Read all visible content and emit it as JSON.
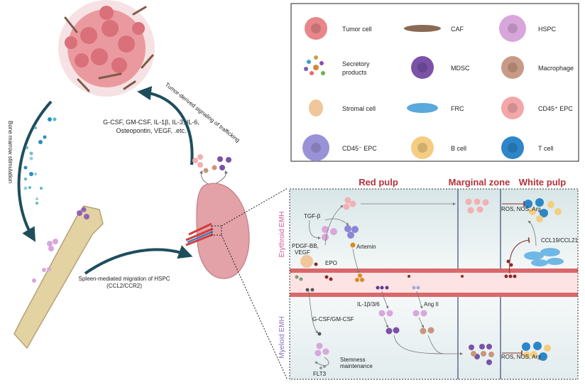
{
  "legend": {
    "items": [
      {
        "label": "Tumor cell",
        "icon": "tumor-cell-icon",
        "color": "#e8868a"
      },
      {
        "label": "CAF",
        "icon": "caf-icon",
        "color": "#8a6a55"
      },
      {
        "label": "HSPC",
        "icon": "hspc-icon",
        "color": "#d9a6dc"
      },
      {
        "label": "Secretory products",
        "label_lines": [
          "Secretory",
          "products"
        ],
        "icon": "secretory-products-icon",
        "color": "#d4883a"
      },
      {
        "label": "MDSC",
        "icon": "mdsc-icon",
        "color": "#7b52a8"
      },
      {
        "label": "Macrophage",
        "icon": "macrophage-icon",
        "color": "#c89a85"
      },
      {
        "label": "Stromal cell",
        "icon": "stromal-cell-icon",
        "color": "#f0c79a"
      },
      {
        "label": "FRC",
        "icon": "frc-icon",
        "color": "#5aa8dc"
      },
      {
        "label": "CD45⁺ EPC",
        "icon": "cd45-pos-epc-icon",
        "color": "#f4a7a8"
      },
      {
        "label": "CD45⁻ EPC",
        "icon": "cd45-neg-epc-icon",
        "color": "#9a92d6"
      },
      {
        "label": "B cell",
        "icon": "b-cell-icon",
        "color": "#f5cd80"
      },
      {
        "label": "T cell",
        "icon": "t-cell-icon",
        "color": "#2d86c8"
      }
    ]
  },
  "overview": {
    "cytokines_line1": "G-CSF, GM-CSF, IL-1β, IL-3, IL-6,",
    "cytokines_line2": "Osteopontin, VEGF, .etc.",
    "arrow_bone_marrow": "Bone marrow stimulation",
    "arrow_tumor_signaling": "Tumor-derived signaling of trafficking",
    "arrow_spleen_line1": "Spleen-mediated migration of HSPC",
    "arrow_spleen_line2": "(CCL2/CCR2)"
  },
  "detail": {
    "zones": [
      "Red pulp",
      "Marginal zone",
      "White pulp"
    ],
    "erythroid_label": "Erythroid EMH",
    "myeloid_label": "Myeloid EMH",
    "labels": {
      "tgf": "TGF-β",
      "pdgf1": "PDGF-BB,",
      "pdgf2": "VEGF",
      "epo": "EPO",
      "artemin": "Artemin",
      "ros_top": "ROS, NOS, Arg",
      "ccl": "CCL19/CCL21",
      "il": "IL-1β/3/6",
      "ang": "Ang II",
      "gcsf": "G-CSF/GM-CSF",
      "stem1": "Stemness",
      "stem2": "maintenance",
      "flt3": "FLT3",
      "ros_bottom": "ROS, NOS, Arg"
    },
    "colors": {
      "zone_header": "#b5323a",
      "erythroid": "#d5589a",
      "myeloid": "#8a6fc0",
      "vessel": "#d9686b",
      "arrow": "#1e4e5c"
    }
  }
}
